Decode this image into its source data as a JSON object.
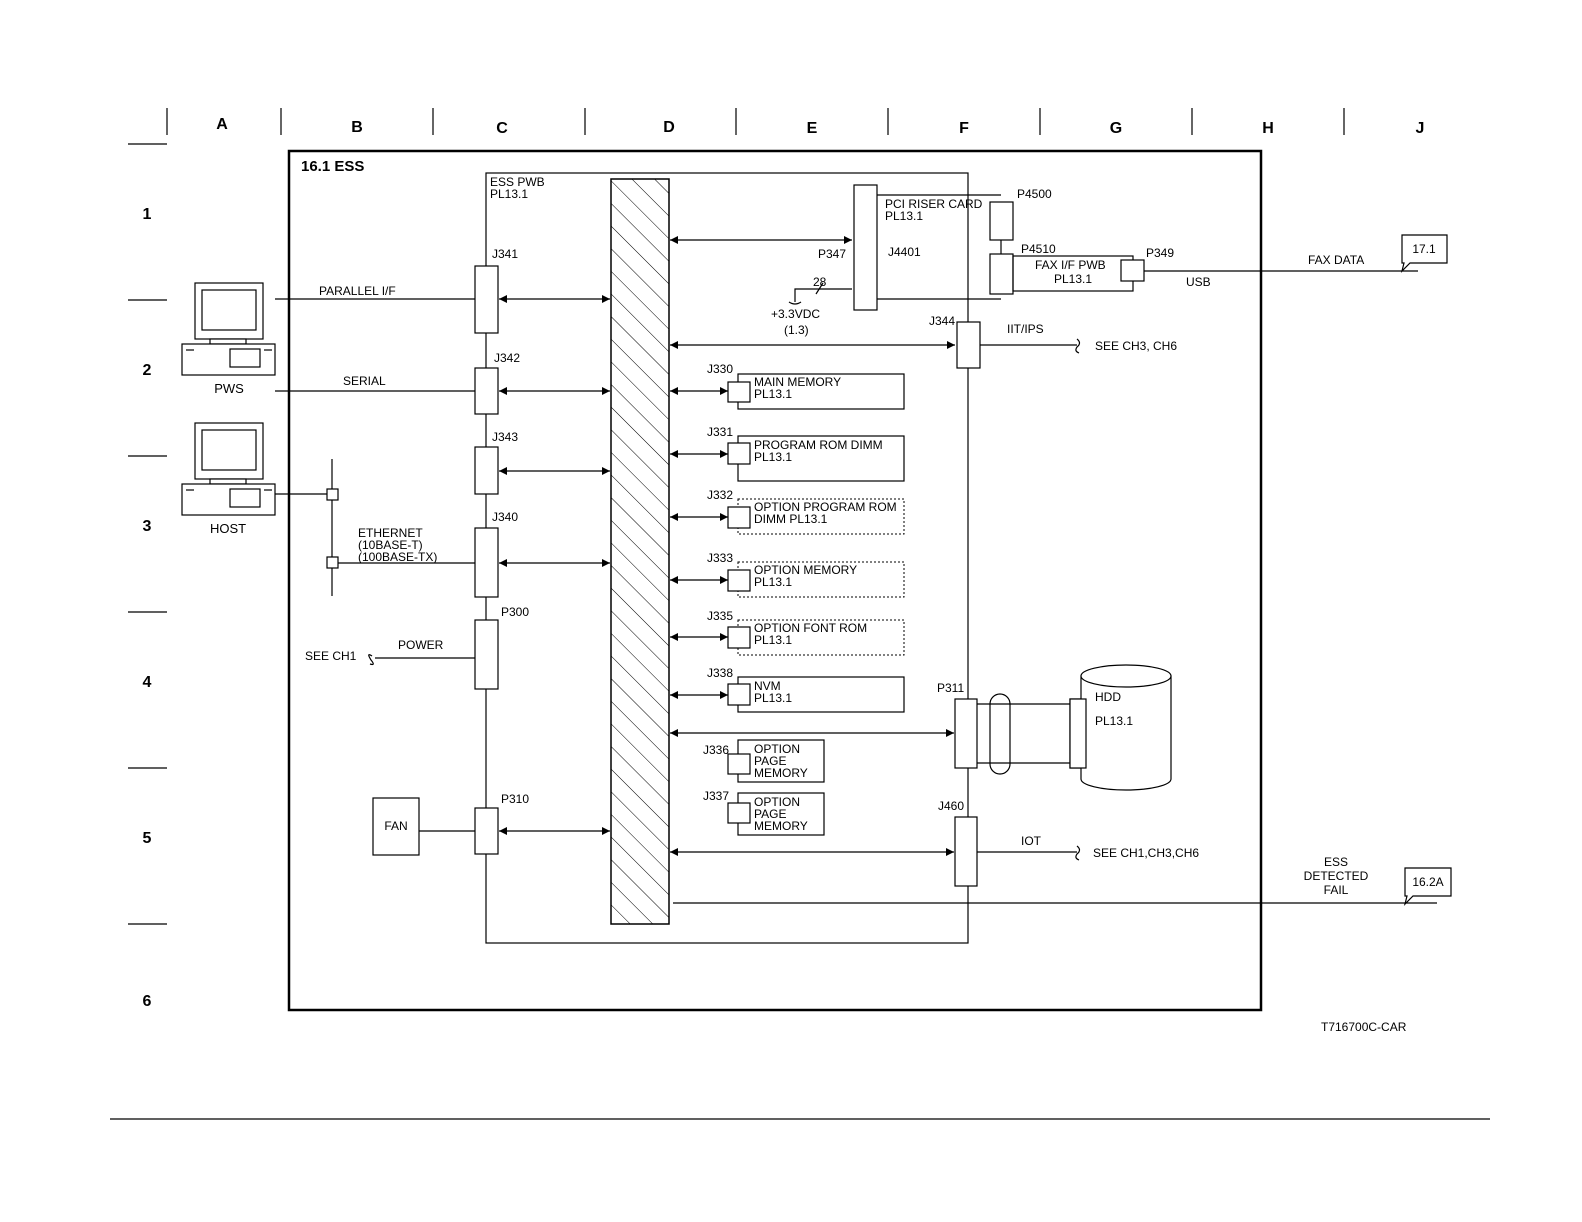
{
  "grid": {
    "columns": [
      "A",
      "B",
      "C",
      "D",
      "E",
      "F",
      "G",
      "H",
      "J"
    ],
    "rows": [
      "1",
      "2",
      "3",
      "4",
      "5",
      "6"
    ]
  },
  "title": "16.1 ESS",
  "ess_pwb": {
    "name": "ESS PWB",
    "pl": "PL13.1"
  },
  "pws": {
    "label": "PWS"
  },
  "host": {
    "label": "HOST"
  },
  "fan": {
    "label": "FAN"
  },
  "connectors": {
    "j341": "J341",
    "j342": "J342",
    "j343": "J343",
    "j340": "J340",
    "p300": "P300",
    "p310": "P310",
    "p347": "P347",
    "j4401": "J4401",
    "p4500": "P4500",
    "p4510": "P4510",
    "p349": "P349",
    "j344": "J344",
    "p311": "P311",
    "j460": "J460",
    "j330": "J330",
    "j331": "J331",
    "j332": "J332",
    "j333": "J333",
    "j335": "J335",
    "j338": "J338",
    "j336": "J336",
    "j337": "J337"
  },
  "signals": {
    "parallel": "PARALLEL I/F",
    "serial": "SERIAL",
    "ethernet_1": "ETHERNET",
    "ethernet_2": "(10BASE-T)",
    "ethernet_3": "(100BASE-TX)",
    "power": "POWER",
    "see_ch1": "SEE CH1",
    "iit_ips": "IIT/IPS",
    "see_ch3_ch6": "SEE CH3, CH6",
    "iot": "IOT",
    "see_ch1_ch3_ch6": "SEE CH1,CH3,CH6",
    "fax_data": "FAX DATA",
    "usb": "USB",
    "ess_detected_1": "ESS",
    "ess_detected_2": "DETECTED",
    "ess_detected_3": "FAIL",
    "voltage": "+3.3VDC",
    "voltage_ref": "(1.3)",
    "pin_28": "28"
  },
  "pci_riser": {
    "name": "PCI RISER CARD",
    "pl": "PL13.1"
  },
  "fax_pwb": {
    "name": "FAX  I/F PWB",
    "pl": "PL13.1"
  },
  "modules": {
    "main_memory": {
      "name": "MAIN MEMORY",
      "pl": "PL13.1"
    },
    "program_rom": {
      "name": "PROGRAM ROM DIMM",
      "pl": "PL13.1"
    },
    "option_program_rom": {
      "name": "OPTION PROGRAM ROM",
      "pl": "DIMM  PL13.1"
    },
    "option_memory": {
      "name": "OPTION MEMORY",
      "pl": "PL13.1"
    },
    "option_font_rom": {
      "name": "OPTION FONT ROM",
      "pl": "PL13.1"
    },
    "nvm": {
      "name": "NVM",
      "pl": "PL13.1"
    },
    "option_page_memory_1": {
      "l1": "OPTION",
      "l2": "PAGE",
      "l3": "MEMORY"
    },
    "option_page_memory_2": {
      "l1": "OPTION",
      "l2": "PAGE",
      "l3": "MEMORY"
    }
  },
  "hdd": {
    "name": "HDD",
    "pl": "PL13.1"
  },
  "refs": {
    "fax": "17.1",
    "ess_fail": "16.2A"
  },
  "figure_id": "T716700C-CAR"
}
